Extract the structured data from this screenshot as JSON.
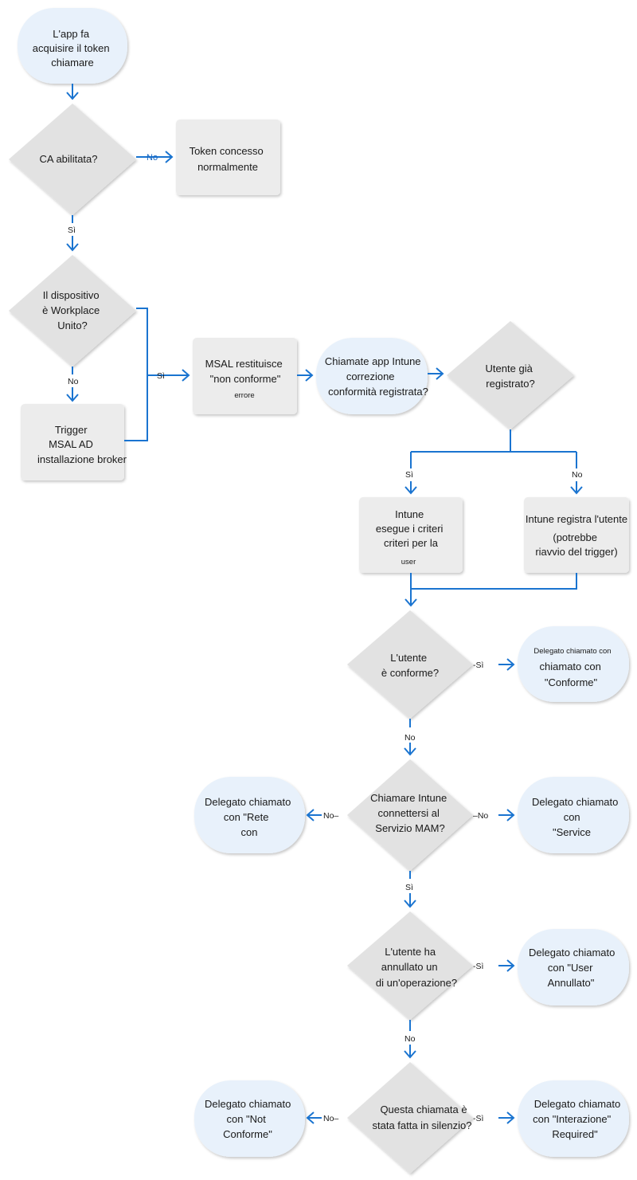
{
  "colors": {
    "terminal_fill": "#e8f1fb",
    "process_fill": "#ececec",
    "decision_fill": "#e2e2e2",
    "connector": "#1a74d0",
    "text": "#1a1a1a"
  },
  "nodes": {
    "start": [
      "L'app fa",
      "acquisire il token",
      "chiamare"
    ],
    "ca_enabled": [
      "CA abilitata?"
    ],
    "token_granted": [
      "Token concesso",
      "normalmente"
    ],
    "workplace_joined": [
      "Il dispositivo",
      "è Workplace",
      "Unito?"
    ],
    "trigger_broker": [
      "Trigger",
      "MSAL AD",
      "installazione broker"
    ],
    "msal_noncompliant": [
      "MSAL restituisce",
      "\"non conforme\"",
      "errore"
    ],
    "call_intune_remediation": [
      "Chiamate app Intune",
      "correzione",
      "conformità registrata?"
    ],
    "user_registered": [
      "Utente già",
      "registrato?"
    ],
    "intune_runs_policies": [
      "Intune",
      "esegue i criteri",
      "criteri per la",
      "user"
    ],
    "intune_registers_user": [
      "Intune registra l'utente",
      "(potrebbe",
      "riavvio del trigger)"
    ],
    "user_compliant": [
      "L'utente",
      "è conforme?"
    ],
    "delegate_compliant": [
      "Delegato chiamato con",
      "chiamato con",
      "\"Conforme\""
    ],
    "can_connect_mam": [
      "Chiamare Intune",
      "connettersi al",
      "Servizio MAM?"
    ],
    "delegate_network": [
      "Delegato chiamato",
      "con \"Rete",
      "con"
    ],
    "delegate_service": [
      "Delegato chiamato",
      "con",
      "\"Service"
    ],
    "user_cancelled": [
      "L'utente ha",
      "annullato un",
      "di un'operazione?"
    ],
    "delegate_user_cancelled": [
      "Delegato chiamato",
      "con \"User",
      "Annullato\""
    ],
    "silent_call": [
      "Questa chiamata è",
      "stata fatta in silenzio?"
    ],
    "delegate_not_compliant": [
      "Delegato chiamato",
      "con \"Not",
      "Conforme\""
    ],
    "delegate_interaction_required": [
      "Delegato chiamato",
      "con \"Interazione\"",
      "Required\""
    ]
  },
  "edges": {
    "ca_no": "No",
    "ca_yes": "Sì",
    "workplace_no": "No",
    "workplace_yes": "Sì",
    "registered_yes": "Sì",
    "registered_no": "No",
    "compliant_yes": "-Sì",
    "compliant_no": "No",
    "mam_no_left": "No–",
    "mam_no_right": "–No",
    "mam_yes": "Sì",
    "cancelled_yes": "-Sì",
    "cancelled_no": "No",
    "silent_no": "No–",
    "silent_yes": "-Sì"
  }
}
